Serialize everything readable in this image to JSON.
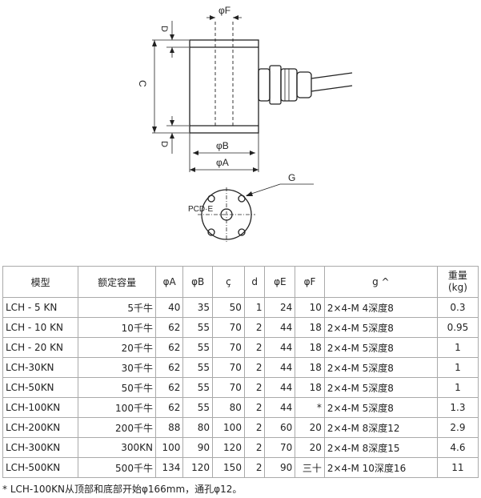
{
  "drawing": {
    "labels": {
      "phi_f": "φF",
      "d_top": "D",
      "c": "C",
      "d_bottom": "D",
      "phi_b": "φB",
      "phi_a": "φA",
      "g": "G",
      "pcd": "PCD·E"
    }
  },
  "table": {
    "headers": [
      "模型",
      "额定容量",
      "φA",
      "φB",
      "ç",
      "d",
      "φE",
      "φF",
      "g ^",
      "重量\n(kg)"
    ],
    "rows": [
      [
        "LCH - 5 KN",
        "5千牛",
        "40",
        "35",
        "50",
        "1",
        "24",
        "10",
        "2×4-M 4深度8",
        "0.3"
      ],
      [
        "LCH - 10 KN",
        "10千牛",
        "62",
        "55",
        "70",
        "2",
        "44",
        "18",
        "2×4-M 5深度8",
        "0.95"
      ],
      [
        "LCH - 20 KN",
        "20千牛",
        "62",
        "55",
        "70",
        "2",
        "44",
        "18",
        "2×4-M 5深度8",
        "1"
      ],
      [
        "LCH-30KN",
        "30千牛",
        "62",
        "55",
        "70",
        "2",
        "44",
        "18",
        "2×4-M 5深度8",
        "1"
      ],
      [
        "LCH-50KN",
        "50千牛",
        "62",
        "55",
        "70",
        "2",
        "44",
        "18",
        "2×4-M 5深度8",
        "1"
      ],
      [
        "LCH-100KN",
        "100千牛",
        "62",
        "55",
        "80",
        "2",
        "44",
        "*",
        "2×4-M 5深度8",
        "1.3"
      ],
      [
        "LCH-200KN",
        "200千牛",
        "88",
        "80",
        "100",
        "2",
        "60",
        "20",
        "2×4-M 8深度12",
        "2.9"
      ],
      [
        "LCH-300KN",
        "300KN",
        "100",
        "90",
        "120",
        "2",
        "70",
        "20",
        "2×4-M 8深度15",
        "4.6"
      ],
      [
        "LCH-500KN",
        "500千牛",
        "134",
        "120",
        "150",
        "2",
        "90",
        "三十",
        "2×4-M 10深度16",
        "11"
      ]
    ]
  },
  "note": "* LCH-100KN从顶部和底部开始φ166mm，通孔φ12。"
}
